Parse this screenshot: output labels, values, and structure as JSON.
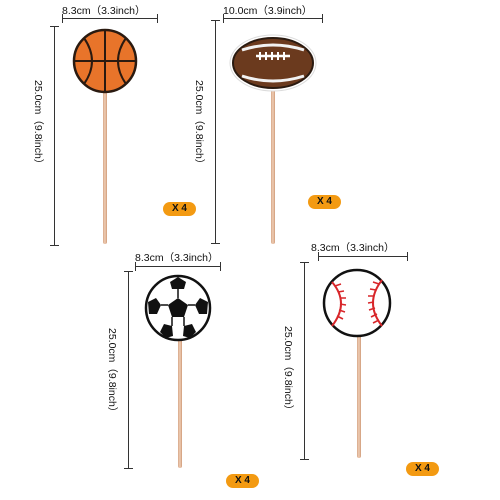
{
  "toppers": [
    {
      "name": "basketball",
      "width_label": "8.3cm（3.3inch）",
      "height_label": "25.0cm（9.8inch）",
      "quantity": "X 4",
      "colors": {
        "ball": "#e8742a",
        "seam": "#2a1a10"
      }
    },
    {
      "name": "football",
      "width_label": "10.0cm（3.9inch）",
      "height_label": "25.0cm（9.8inch）",
      "quantity": "X 4",
      "colors": {
        "ball": "#6b3a1e",
        "lace": "#ffffff"
      }
    },
    {
      "name": "soccer-ball",
      "width_label": "8.3cm（3.3inch）",
      "height_label": "25.0cm（9.8inch）",
      "quantity": "X 4",
      "colors": {
        "ball": "#ffffff",
        "panel": "#111111"
      }
    },
    {
      "name": "baseball",
      "width_label": "8.3cm（3.3inch）",
      "height_label": "25.0cm（9.8inch）",
      "quantity": "X 4",
      "colors": {
        "ball": "#ffffff",
        "stitch": "#d8262a"
      }
    }
  ],
  "colors": {
    "badge": "#f39a12",
    "stick": "#e6b999"
  }
}
